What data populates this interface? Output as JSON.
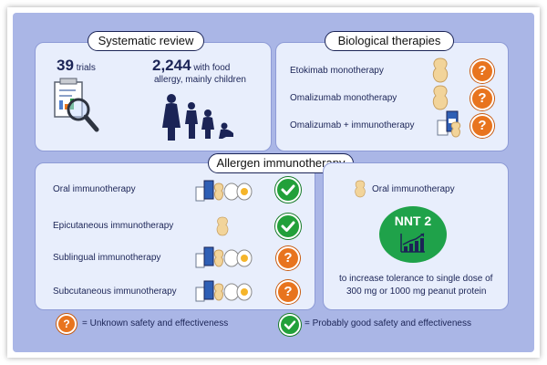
{
  "systematic_review": {
    "title": "Systematic review",
    "trials_count": "39",
    "trials_label": "trials",
    "participants_count": "2,244",
    "participants_label_1": "with food",
    "participants_label_2": "allergy, mainly children"
  },
  "biological_therapies": {
    "title": "Biological therapies",
    "items": [
      {
        "label": "Etokimab monotherapy",
        "status": "unknown"
      },
      {
        "label": "Omalizumab monotherapy",
        "status": "unknown"
      },
      {
        "label": "Omalizumab + immunotherapy",
        "status": "unknown"
      }
    ]
  },
  "allergen_immunotherapy": {
    "title": "Allergen immunotherapy",
    "items": [
      {
        "label": "Oral immunotherapy",
        "status": "good"
      },
      {
        "label": "Epicutaneous immunotherapy",
        "status": "good"
      },
      {
        "label": "Sublingual immunotherapy",
        "status": "unknown"
      },
      {
        "label": "Subcutaneous immunotherapy",
        "status": "unknown"
      }
    ]
  },
  "nnt_panel": {
    "heading": "Oral immunotherapy",
    "nnt_label": "NNT 2",
    "caption_1": "to increase tolerance to single dose of",
    "caption_2": "300 mg or 1000 mg peanut protein"
  },
  "legend": {
    "question_symbol": "?",
    "unknown_label": "= Unknown safety and effectiveness",
    "good_label": "= Probably good safety and effectiveness"
  },
  "colors": {
    "background": "#aab6e6",
    "panel": "#e8eefc",
    "unknown_icon": "#e8741e",
    "good_icon": "#22a03a",
    "nnt_circle": "#1fa24a"
  }
}
